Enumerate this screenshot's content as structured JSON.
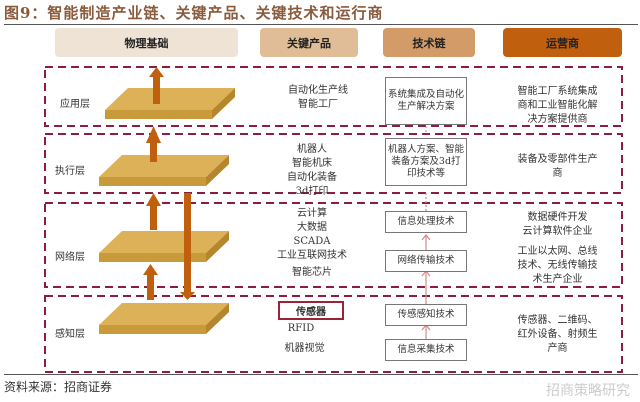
{
  "title": "图9：智能制造产业链、关键产品、关键技术和运行商",
  "headers": {
    "physical": "物理基础",
    "products": "关键产品",
    "tech": "技术链",
    "operators": "运营商"
  },
  "colors": {
    "h1": "#efe3d6",
    "h2": "#e0bd97",
    "h3": "#d39b68",
    "h4": "#c0600f",
    "plate": "#d8aa4e",
    "arrow": "#c0600f",
    "dash": "#8b1e3f"
  },
  "layers": [
    {
      "name": "应用层",
      "products": [
        "自动化生产线",
        "智能工厂"
      ],
      "tech": [
        "系统集成及自动化生产解决方案"
      ],
      "operators": [
        "智能工厂系统集成",
        "商和工业智能化解",
        "决方案提供商"
      ]
    },
    {
      "name": "执行层",
      "products": [
        "机器人",
        "智能机床",
        "自动化装备",
        "3d打印"
      ],
      "tech": [
        "机器人方案、智能装备方案及3d打印技术等"
      ],
      "operators": [
        "装备及零部件生产",
        "商"
      ]
    },
    {
      "name": "网络层",
      "products": [
        "云计算",
        "大数据",
        "SCADA",
        "工业互联网技术",
        "智能芯片"
      ],
      "tech": [
        "信息处理技术",
        "网络传输技术"
      ],
      "operators": [
        "数据硬件开发",
        "云计算软件企业",
        "工业以太网、总线",
        "技术、无线传输技",
        "术生产企业"
      ]
    },
    {
      "name": "感知层",
      "products": [
        "传感器",
        "RFID",
        "机器视觉"
      ],
      "tech": [
        "传感感知技术",
        "信息采集技术"
      ],
      "operators": [
        "传感器、二维码、",
        "红外设备、射频生",
        "产商"
      ]
    }
  ],
  "footer": "资料来源：招商证券",
  "watermark": "招商策略研究"
}
